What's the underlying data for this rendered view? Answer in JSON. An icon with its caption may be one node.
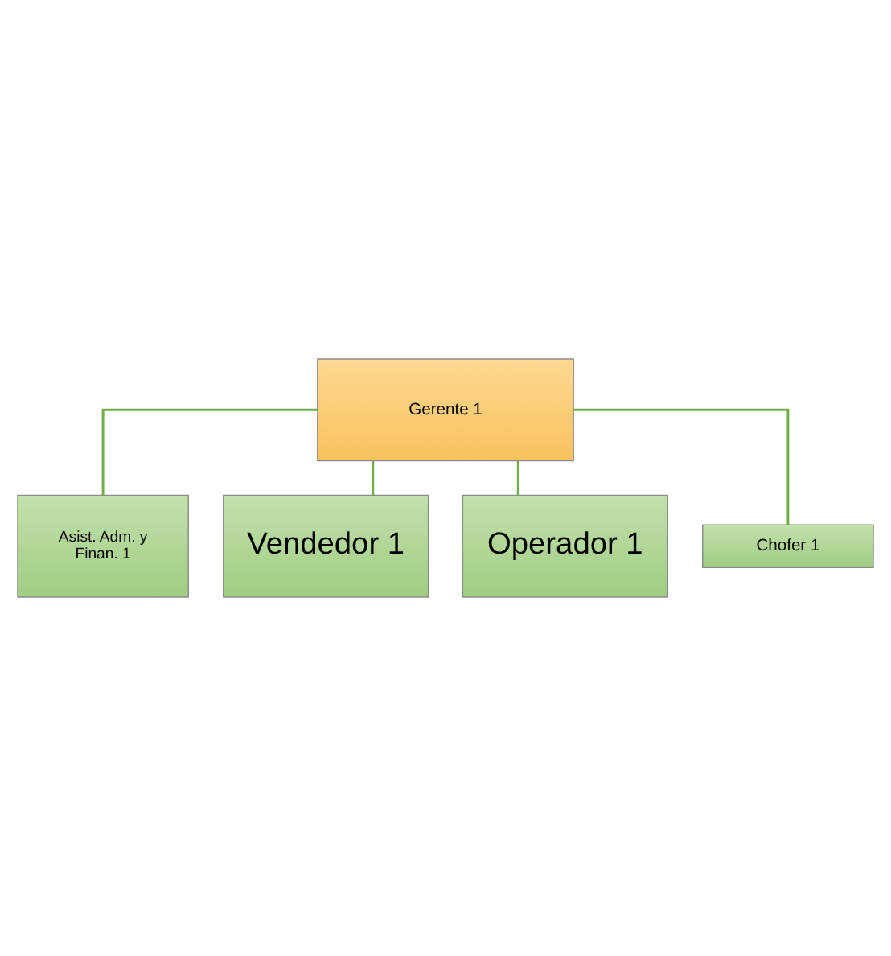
{
  "diagram": {
    "nodes": [
      {
        "text": [
          "Gerente 1"
        ]
      },
      {
        "text": [
          "Asist. Adm. y Finan. 1"
        ]
      },
      {
        "text": [
          "Vendedor 1"
        ]
      },
      {
        "text": [
          "Operador 1"
        ]
      },
      {
        "text": [
          "Chofer 1"
        ]
      }
    ],
    "edges": [
      {
        "from": 0,
        "to": 1,
        "arrow": "none"
      },
      {
        "from": 0,
        "to": 2,
        "arrow": "none"
      },
      {
        "from": 0,
        "to": 3,
        "arrow": "none"
      },
      {
        "from": 0,
        "to": 4,
        "arrow": "none"
      }
    ]
  }
}
